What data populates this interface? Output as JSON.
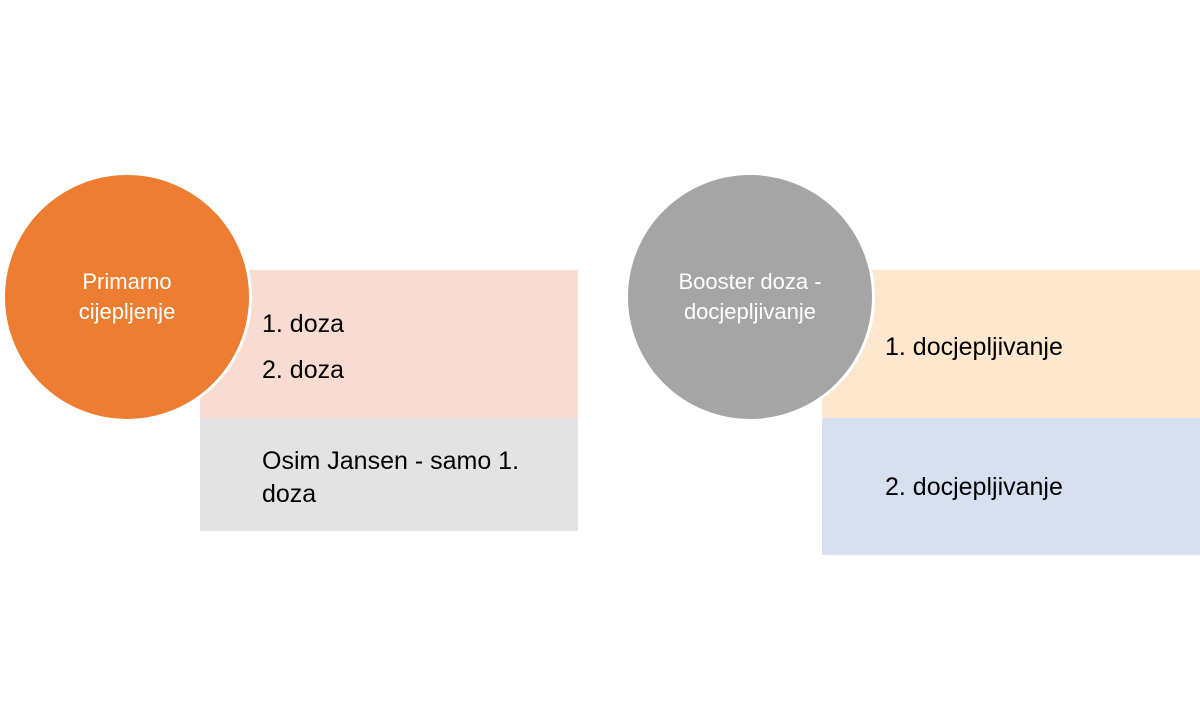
{
  "primary": {
    "circle_label_line1": "Primarno",
    "circle_label_line2": "cijepljenje",
    "dose_1": "1. doza",
    "dose_2": "2. doza",
    "note": "Osim Jansen - samo 1. doza"
  },
  "booster": {
    "circle_label_line1": "Booster doza -",
    "circle_label_line2": "docjepljivanje",
    "dose_1": "1. docjepljivanje",
    "dose_2": "2. docjepljivanje"
  },
  "colors": {
    "primary_circle": "#ED7D31",
    "primary_box": "#F8DBD1",
    "note_box": "#E3E3E3",
    "booster_circle": "#A5A5A5",
    "booster_box_1": "#FDE7CF",
    "booster_box_2": "#D7E0F0"
  }
}
